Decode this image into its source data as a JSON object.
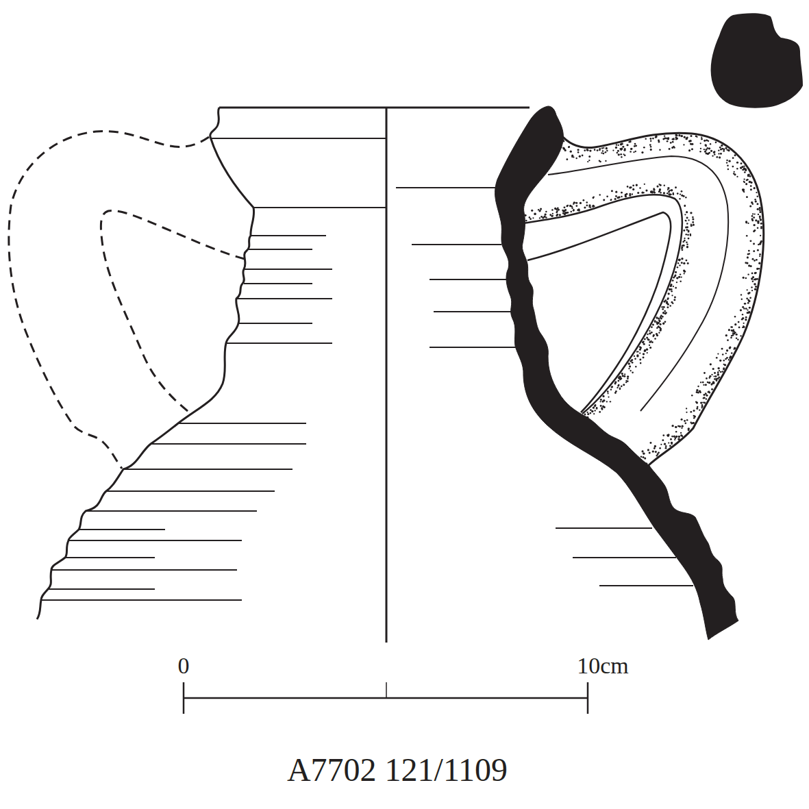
{
  "diagram": {
    "caption": "A7702 121/1109",
    "labels": [
      "0",
      "10cm"
    ]
  }
}
